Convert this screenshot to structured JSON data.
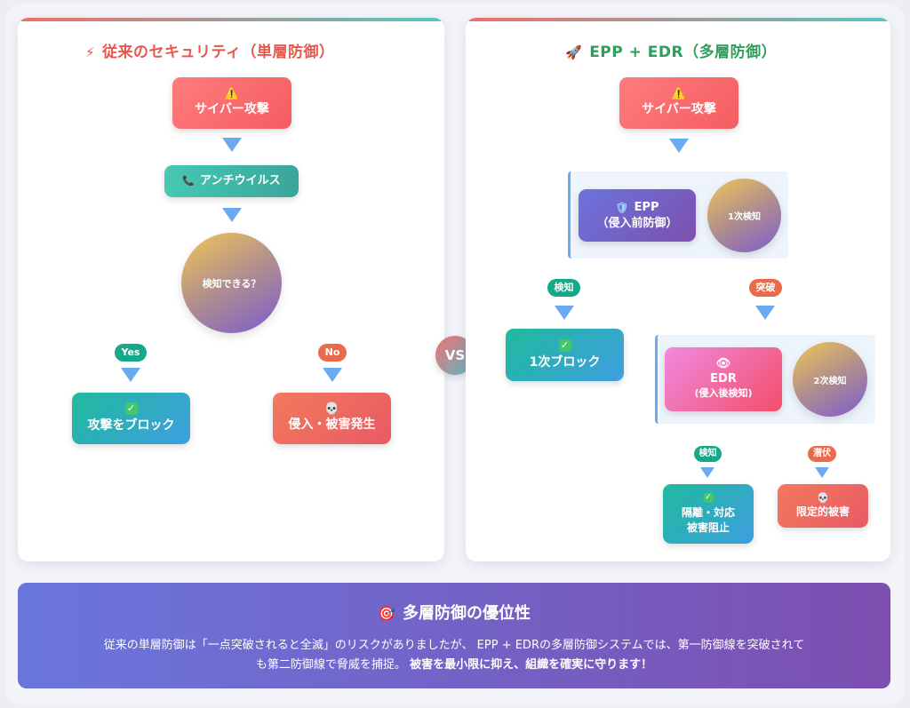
{
  "left": {
    "title": "従来のセキュリティ（単層防御）",
    "title_icon": "⚡",
    "attack": {
      "icon": "⚠️",
      "label": "サイバー攻撃"
    },
    "antivirus": {
      "icon": "📞",
      "label": "アンチウイルス"
    },
    "decision": "検知できる？",
    "yes": "Yes",
    "no": "No",
    "block": {
      "icon": "✓",
      "label": "攻撃をブロック"
    },
    "breach": {
      "icon": "💀",
      "label": "侵入・被害発生"
    }
  },
  "vs": "VS",
  "right": {
    "title": "EPP + EDR（多層防御）",
    "title_icon": "🚀",
    "attack": {
      "icon": "⚠️",
      "label": "サイバー攻撃"
    },
    "epp": {
      "icon": "🛡",
      "line1": "EPP",
      "line2": "（侵入前防御）"
    },
    "first_detect": "1次検知",
    "detect_label": "検知",
    "breakthrough_label": "突破",
    "block1": {
      "icon": "✓",
      "label": "1次ブロック"
    },
    "edr": {
      "icon": "👁",
      "line1": "EDR",
      "line2": "(侵入後検知)"
    },
    "second_detect": "2次検知",
    "detect_label2": "検知",
    "hide_label": "潜伏",
    "isolate": {
      "icon": "✓",
      "line1": "隔離・対応",
      "line2": "被害阻止"
    },
    "limited": {
      "icon": "💀",
      "label": "限定的被害"
    }
  },
  "banner": {
    "icon": "🎯",
    "title": "多層防御の優位性",
    "body_line1": "従来の単層防御は「一点突破されると全滅」のリスクがありましたが、 EPP + EDRの多層防御システムでは、第一防御線を突破されて",
    "body_line2_plain": "も第二防御線で脅威を捕捉。",
    "body_line2_strong": "被害を最小限に抑え、組織を確実に守ります！"
  },
  "colors": {
    "attack_red": "#f45d62",
    "teal": "#3aa59b",
    "arrow_blue": "#6aaaf0",
    "title_left": "#e8574c",
    "title_right": "#2e9f5b",
    "banner_start": "#6a76dc",
    "banner_end": "#7c4fb0"
  }
}
